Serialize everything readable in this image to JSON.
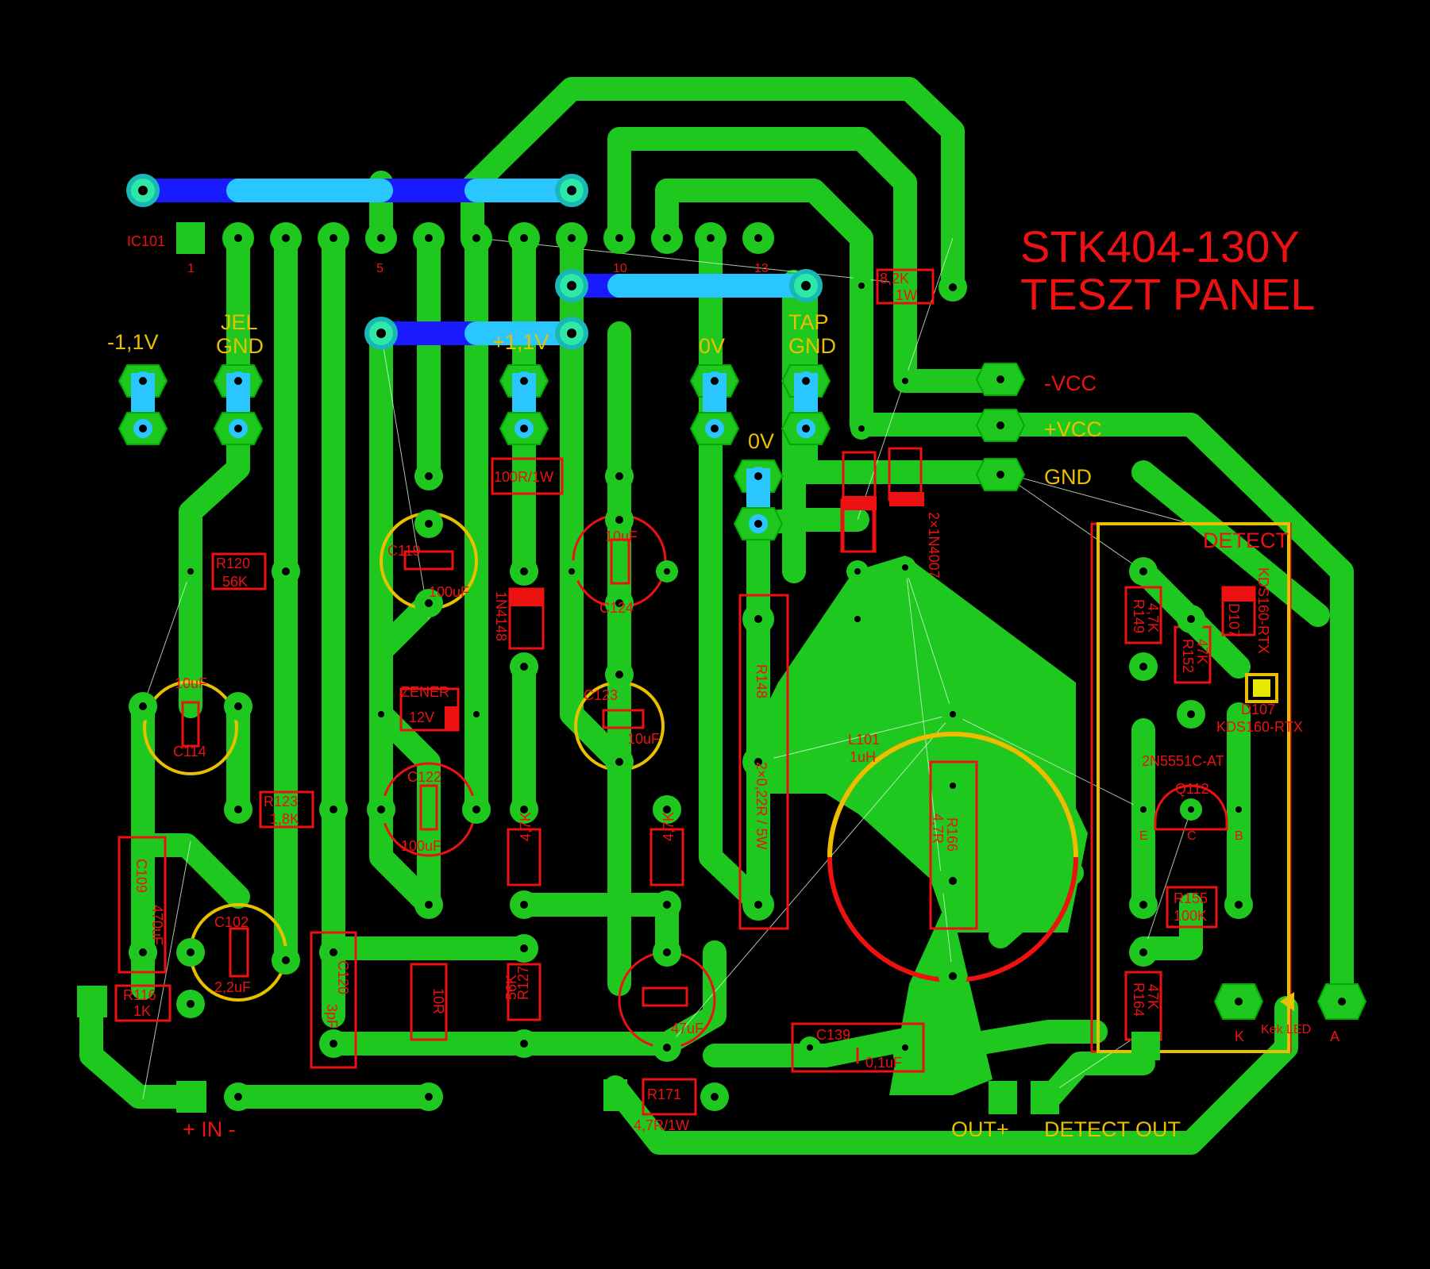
{
  "title": {
    "line1": "STK404-130Y",
    "line2": "TESZT PANEL"
  },
  "ic": {
    "ref": "IC101",
    "pin1": "1",
    "pin5": "5",
    "pin10": "10",
    "pin13": "13"
  },
  "test_points": {
    "neg_1v1": "-1,1V",
    "jel": "JEL",
    "jel_gnd": "GND",
    "pos_1v1": "+1,1V",
    "zero_v_a": "0V",
    "tap": "TAP",
    "tap_gnd": "GND",
    "zero_v_b": "0V"
  },
  "power": {
    "neg_vcc": "-VCC",
    "pos_vcc": "+VCC",
    "gnd": "GND"
  },
  "components": {
    "r_8k2": {
      "value": "8,2K",
      "power": "1W"
    },
    "r_100r": "100R/1W",
    "diodes_1n4007": "2×1N4007",
    "c119": {
      "ref": "C119",
      "value": "100uF"
    },
    "c124": {
      "ref": "C124",
      "value": "10uF"
    },
    "d_1n4148": "1N4148",
    "r120": {
      "ref": "R120",
      "value": "56K"
    },
    "c114": {
      "ref": "C114",
      "value": "10uF"
    },
    "zener": {
      "label": "ZENER",
      "value": "12V"
    },
    "c123": {
      "ref": "C123",
      "value": "10uF"
    },
    "r148": {
      "ref": "R148",
      "value": "2×0,22R / 5W"
    },
    "l101": {
      "ref": "L101",
      "value": "1uH"
    },
    "r166": {
      "ref": "R166",
      "value": "4,7R"
    },
    "r123": {
      "ref": "R123",
      "value": "1,8K"
    },
    "c122": {
      "ref": "C122",
      "value": "100uF"
    },
    "r_4k7_a": "4,7K",
    "r_4k7_b": "4,7K",
    "c109": {
      "ref": "C109",
      "value": "470uF"
    },
    "c102": {
      "ref": "C102",
      "value": "2,2uF"
    },
    "c120": {
      "ref": "C120",
      "value": "3pF"
    },
    "r_10r": "10R",
    "r127": {
      "ref": "R127",
      "value": "56K"
    },
    "c_47u": "47uF",
    "r116": {
      "ref": "R116",
      "value": "1K"
    },
    "c139": {
      "ref": "C139",
      "value": "0,1uF"
    },
    "r171": {
      "ref": "R171",
      "value": "4,7R/1W"
    }
  },
  "detect": {
    "title": "DETECT",
    "r149": {
      "ref": "R149",
      "value": "4,7K"
    },
    "r152": {
      "ref": "R152",
      "value": "47K"
    },
    "d107": {
      "ref": "D107",
      "part": "KDS160-RTX"
    },
    "q112": {
      "ref": "Q112",
      "part": "2N5551C-AT",
      "e": "E",
      "c": "C",
      "b": "B"
    },
    "r155": {
      "ref": "R155",
      "value": "100K"
    },
    "r164": {
      "ref": "R164",
      "value": "47K"
    },
    "led": {
      "k": "K",
      "label": "Kek LED",
      "a": "A"
    }
  },
  "connectors": {
    "in": "+ IN -",
    "out": "OUT+",
    "detect_out": "DETECT OUT"
  },
  "colors": {
    "copper": "#1fc81f",
    "silk": "#e11111",
    "silk_top": "#e8c000",
    "jumper": "#1a1aff",
    "via": "#2ee8a8"
  }
}
